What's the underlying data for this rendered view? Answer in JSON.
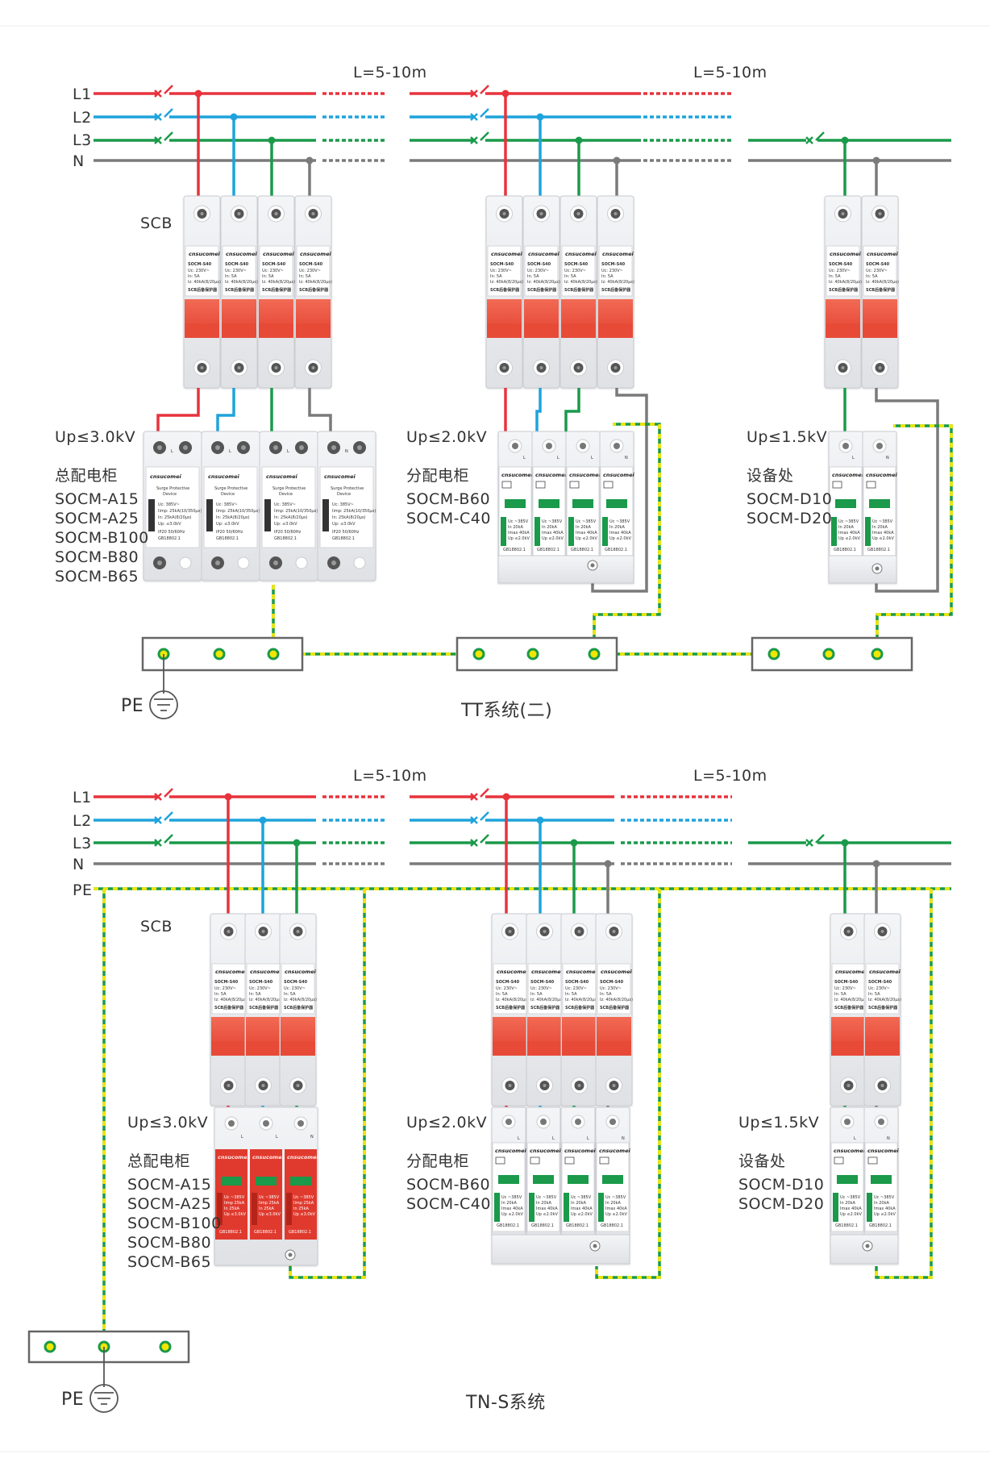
{
  "top_system": {
    "title": "TT系统(二)",
    "line_labels": [
      "L1",
      "L2",
      "L3",
      "N"
    ],
    "distance_labels": [
      "L=5-10m",
      "L=5-10m"
    ],
    "scb_label": "SCB",
    "brand": "cnsucomei",
    "scb_model": "SOCM-S40",
    "scb_footer": "SCB后备保护器",
    "spd_text": "Surge Protective Device",
    "pe_label": "PE",
    "groups": [
      {
        "up": "Up≤3.0kV",
        "place": "总配电柜",
        "models": [
          "SOCM-A15",
          "SOCM-A25",
          "SOCM-B100",
          "SOCM-B80",
          "SOCM-B65"
        ]
      },
      {
        "up": "Up≤2.0kV",
        "place": "分配电柜",
        "models": [
          "SOCM-B60",
          "SOCM-C40"
        ]
      },
      {
        "up": "Up≤1.5kV",
        "place": "设备处",
        "models": [
          "SOCM-D10",
          "SOCM-D20"
        ]
      }
    ]
  },
  "bottom_system": {
    "title": "TN-S系统",
    "line_labels": [
      "L1",
      "L2",
      "L3",
      "N",
      "PE"
    ],
    "distance_labels": [
      "L=5-10m",
      "L=5-10m"
    ],
    "scb_label": "SCB",
    "pe_label": "PE",
    "groups": [
      {
        "up": "Up≤3.0kV",
        "place": "总配电柜",
        "models": [
          "SOCM-A15",
          "SOCM-A25",
          "SOCM-B100",
          "SOCM-B80",
          "SOCM-B65"
        ]
      },
      {
        "up": "Up≤2.0kV",
        "place": "分配电柜",
        "models": [
          "SOCM-B60",
          "SOCM-C40"
        ]
      },
      {
        "up": "Up≤1.5kV",
        "place": "设备处",
        "models": [
          "SOCM-D10",
          "SOCM-D20"
        ]
      }
    ]
  },
  "terminal_letters": [
    "L",
    "L",
    "L",
    "N"
  ],
  "colors": {
    "L1": "#e8323c",
    "L2": "#1ea3dc",
    "L3": "#1a9a4a",
    "N": "#7a7a7a",
    "PE_yellow": "#f2e600",
    "PE_green": "#1a9a4a",
    "handle": "#ef5a45",
    "red_spd": "#e03a2e",
    "frame": "#666666"
  }
}
